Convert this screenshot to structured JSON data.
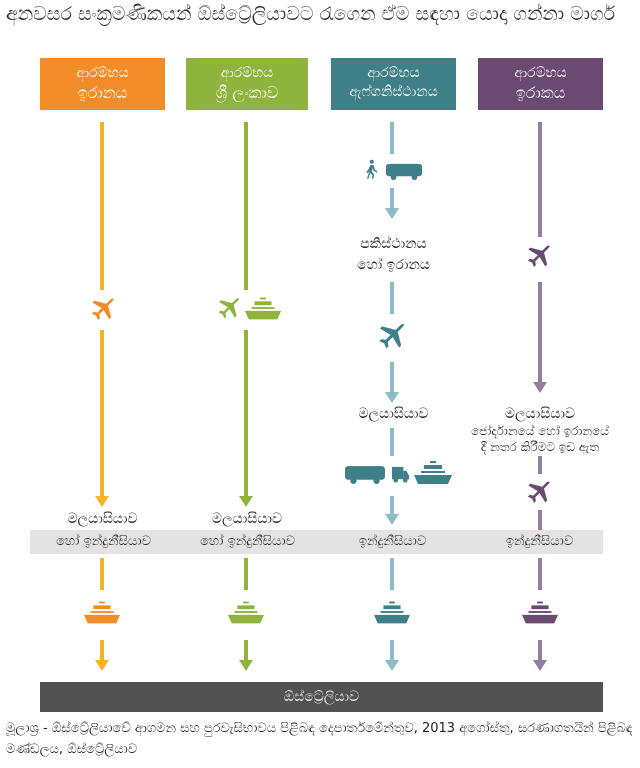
{
  "title": "අනවසර සංක්‍රමණිකයන් ඕස්ට්‍රේලියාවට රැගෙන ඒම සඳහා යොදා ගන්නා මාර්ග",
  "colors": {
    "orange": "#f28c28",
    "orange_line": "#f7b326",
    "green": "#8fb43e",
    "teal": "#3f8088",
    "teal_line": "#8dbcc6",
    "purple": "#6a4a72",
    "purple_line": "#957da0",
    "band": "#e3e3e3",
    "destination": "#525252"
  },
  "routes": [
    {
      "origin_label": "ආරම්භය",
      "origin": "ඉරානය",
      "icons": [
        "plane-icon",
        "ship-icon"
      ],
      "transit": "මලයාසියාව",
      "band_label": "හෝ ඉන්දුනීසියාව"
    },
    {
      "origin_label": "ආරම්භය",
      "origin": "ශ්‍රී ලංකාව",
      "icons": [
        "plane-icon",
        "ship-icon",
        "ship-icon"
      ],
      "transit": "මලයාසියාව",
      "band_label": "හෝ ඉන්දුනීසියාව"
    },
    {
      "origin_label": "ආරම්භය",
      "origin": "ඇෆ්ගනිස්ථානය",
      "icons": [
        "walking-person-icon",
        "bus-icon",
        "plane-icon",
        "bus-icon",
        "truck-icon",
        "ship-icon",
        "ship-icon"
      ],
      "stop1": "පකිස්ථානය",
      "stop1b": "හෝ ඉරානය",
      "transit": "මලයාසියාව",
      "band_label": "ඉන්දුනීසියාව"
    },
    {
      "origin_label": "ආරම්භය",
      "origin": "ඉරාකය",
      "icons": [
        "plane-icon",
        "plane-icon",
        "ship-icon"
      ],
      "transit": "මලයාසියාව",
      "note1": "ජෝර්දානයේ හෝ ඉරානයේ",
      "note2": "දී නතර කිරීමට ඉඩ ඇත",
      "band_label": "ඉන්දුනීසියාව"
    }
  ],
  "destination": "ඕස්ට්‍රේලියාව",
  "source": "මූලාශ්‍ර - ඕස්ට්‍රේලියාවේ ආගමන සහ පුරවැසිභාවය පිළිබඳ දෙපාර්තමේන්තුව, 2013 අගෝස්තු, සරණාගතයින් පිළිබඳ මණ්ඩලය, ඕස්ට්‍රේලියාව"
}
